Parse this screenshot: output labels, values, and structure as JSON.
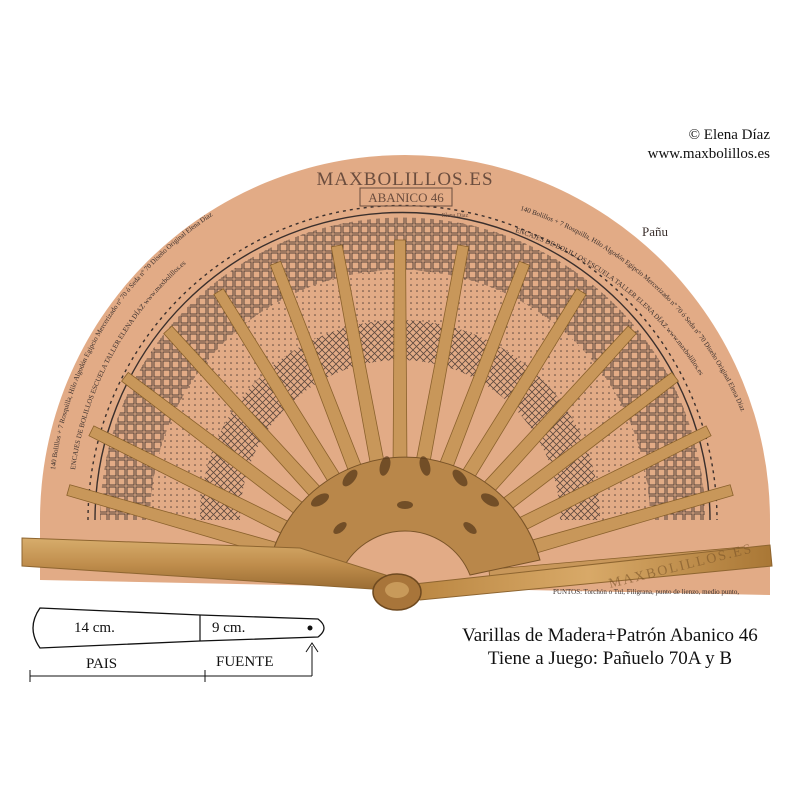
{
  "copyright": {
    "owner": "© Elena Díaz",
    "website": "www.maxbolillos.es"
  },
  "fan": {
    "brand": "MAXBOLILLOS.ES",
    "model": "ABANICO 46",
    "signature": "Elena Díaz",
    "inscription_left": "140 Bolillos + 7 Rosquilla, Hilo Algodón Egipcio Mercerizado nº 70 ó Seda nº 70 Diseño Original Elena Díaz",
    "inscription_top_left": "ENCAJES DE BOLILLOS ESCUELA TALLER ELENA DÍAZ www.maxbolillos.es",
    "inscription_right": "140 Bolillos + 7 Rosquilla, Hilo Algodón Egipcio Mercerizado nº 70 ó Seda nº 70 Diseño Original Elena Díaz",
    "inscription_top_right": "ENCAJES DE BOLILLOS ESCUELA TALLER ELENA DÍAZ www.maxbolillos.es",
    "top_right_fragment": "Pañu",
    "points_note": "PUNTOS: Torchón o Tul, Filigrana, punto de lienzo, medio punto,",
    "guard_watermark": "MAXBOLILLOS.ES",
    "colors": {
      "leaf": "#e2ab86",
      "wood": "#c79a5c",
      "wood_dark": "#8e6530",
      "lace": "#3a2f2c"
    }
  },
  "diagram": {
    "pais_length": "14 cm.",
    "fuente_length": "9 cm.",
    "pais_label": "PAIS",
    "fuente_label": "FUENTE"
  },
  "caption": {
    "line1": "Varillas de Madera+Patrón Abanico 46",
    "line2": "Tiene a Juego: Pañuelo 70A y B"
  }
}
